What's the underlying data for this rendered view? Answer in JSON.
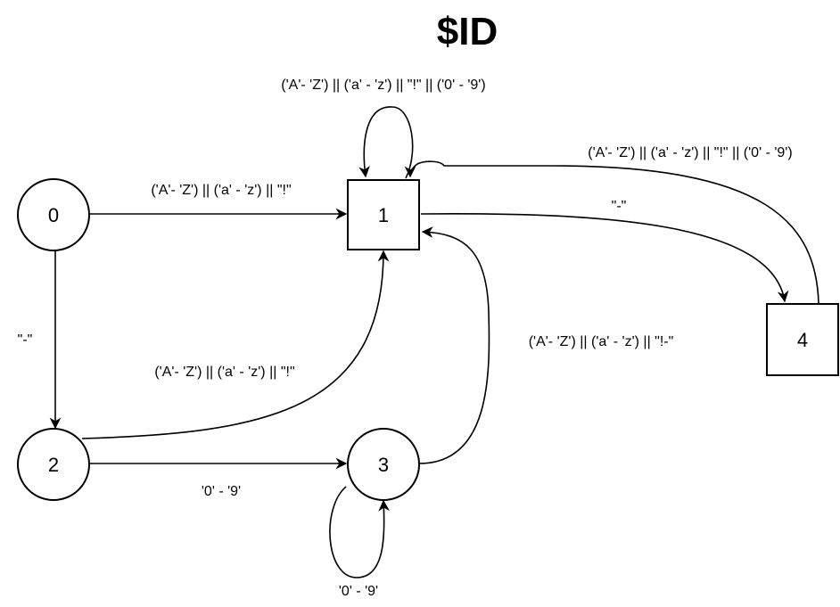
{
  "title": "$ID",
  "nodes": [
    {
      "id": "0",
      "shape": "circle"
    },
    {
      "id": "1",
      "shape": "square"
    },
    {
      "id": "2",
      "shape": "circle"
    },
    {
      "id": "3",
      "shape": "circle"
    },
    {
      "id": "4",
      "shape": "square"
    }
  ],
  "edges": [
    {
      "from": "1",
      "to": "1",
      "label": "('A'- 'Z') || ('a' - 'z') || \"!\" || ('0' - '9')"
    },
    {
      "from": "0",
      "to": "1",
      "label": "('A'- 'Z') || ('a' - 'z') || \"!\""
    },
    {
      "from": "4",
      "to": "1",
      "label": "('A'- 'Z') || ('a' - 'z') || \"!\" || ('0' - '9')"
    },
    {
      "from": "1",
      "to": "4",
      "label": "\"-\""
    },
    {
      "from": "0",
      "to": "2",
      "label": "\"-\""
    },
    {
      "from": "2",
      "to": "1",
      "label": "('A'- 'Z') || ('a' - 'z') || \"!\""
    },
    {
      "from": "3",
      "to": "1",
      "label": "('A'- 'Z') || ('a' - 'z') || \"!-\""
    },
    {
      "from": "2",
      "to": "3",
      "label": "'0' - '9'"
    },
    {
      "from": "3",
      "to": "3",
      "label": "'0' - '9'"
    }
  ],
  "colors": {
    "stroke": "#000000",
    "background": "#ffffff"
  }
}
